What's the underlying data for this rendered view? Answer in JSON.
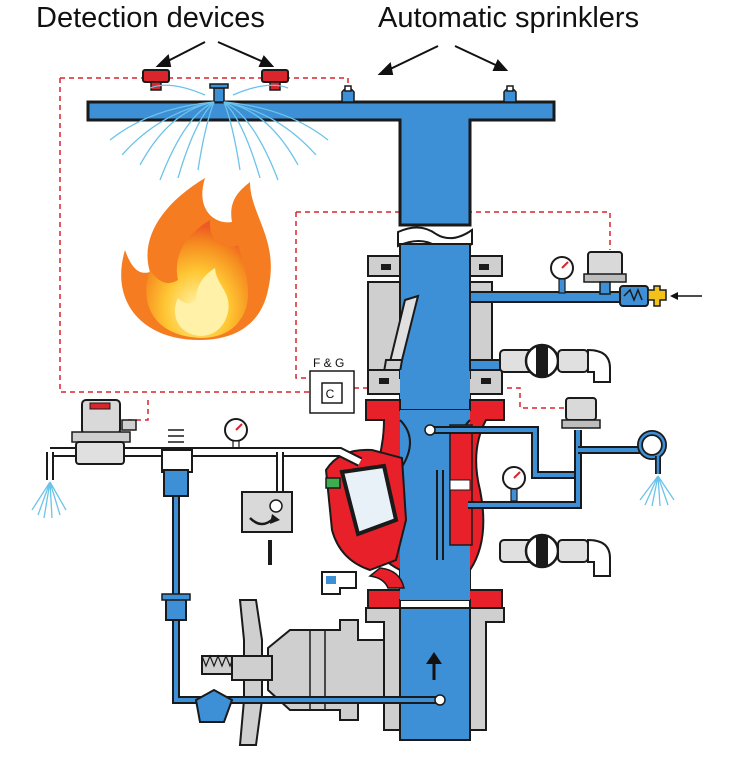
{
  "labels": {
    "detection_devices": "Detection devices",
    "automatic_sprinklers": "Automatic sprinklers",
    "fg": "F & G",
    "c_box": "C"
  },
  "colors": {
    "water": "#3d8fd6",
    "pipe_outline": "#1a1a1a",
    "valve_body": "#cfcfcf",
    "valve_red": "#e8202a",
    "detector": "#d9252b",
    "signal_line": "#d9252b",
    "spray": "#6cc3ea",
    "flame_outer": "#f47a20",
    "flame_inner": "#ffe06a"
  },
  "icons": [
    "heat-detector-icon",
    "sprinkler-head-icon",
    "flame-icon",
    "pressure-gauge-icon",
    "solenoid-valve-icon",
    "ball-valve-icon",
    "nozzle-icon",
    "arrow-up-icon",
    "handwheel-icon"
  ]
}
